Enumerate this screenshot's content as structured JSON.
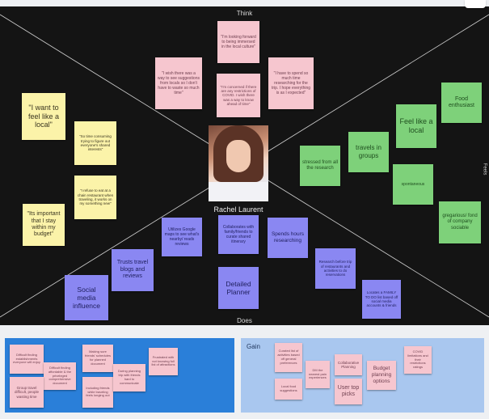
{
  "sections": {
    "think": "Think",
    "does": "Does",
    "feels": "Feels"
  },
  "persona": {
    "name": "Rachel Laurent"
  },
  "think_notes": [
    "\"I'm looking forward to being immersed in the local culture\"",
    "\"I wish there was a way to see suggestions from locals so I don't have to waste so much time\"",
    "\"I'm concerned if there are any restrictions of COVID. I wish there was a way to know ahead of time\"",
    "\"I have to spend so much time researching for the trip. I hope everything is as I expected\""
  ],
  "say_notes": [
    "\"I want to feel like a local\"",
    "\"So time consuming trying to figure out everyone's shared interests\"",
    "\"I refuse to eat at a chain restaurant when traveling, it works on my something new\"",
    "\"Its important that I stay within my budget\""
  ],
  "feel_notes": [
    "Food enthusiast",
    "Feel like a local",
    "travels in groups",
    "stressed from all the research",
    "spontaneous",
    "gregarious/ fond of company sociable"
  ],
  "does_notes": [
    "Utilizes Google maps to see what's nearby/ reads reviews",
    "Collaborates with family/friends to curate shared itinerary",
    "Spends hours researching",
    "Trusts travel blogs and reviews",
    "Social media influence",
    "Detailed Planner",
    "Research before trip of restaurants and activities to do reservations",
    "Locates a FAMILY TO DO list based off social media accounts & friends"
  ],
  "pain": {
    "notes": [
      "Difficult finding establishments everyone will enjoy",
      "Difficult finding affordable & the priveleged comprehensive document",
      "Making sure friends' schedules for planned document",
      "Group travel difficult, people wasting time",
      "Including friends while traveling feels longing out",
      "During planning trip with friends hard to communicate",
      "Frustrated with not knowing full list of attractions"
    ]
  },
  "gain": {
    "title": "Gain",
    "notes": [
      "Curated list of activities based off general preferences",
      "Local food suggestions",
      "DM the nearest pain experiences",
      "Collaborative Planning",
      "User top picks",
      "Budget planning options",
      "COVID limitations and their restrictions ratings"
    ]
  },
  "colors": {
    "board": "#141414",
    "pink": "#f6c6cf",
    "yellow": "#fbf3a9",
    "green": "#7ed17a",
    "blue": "#8a87f2",
    "pain_panel": "#2a7fd9",
    "gain_panel": "#a9c7ef"
  }
}
